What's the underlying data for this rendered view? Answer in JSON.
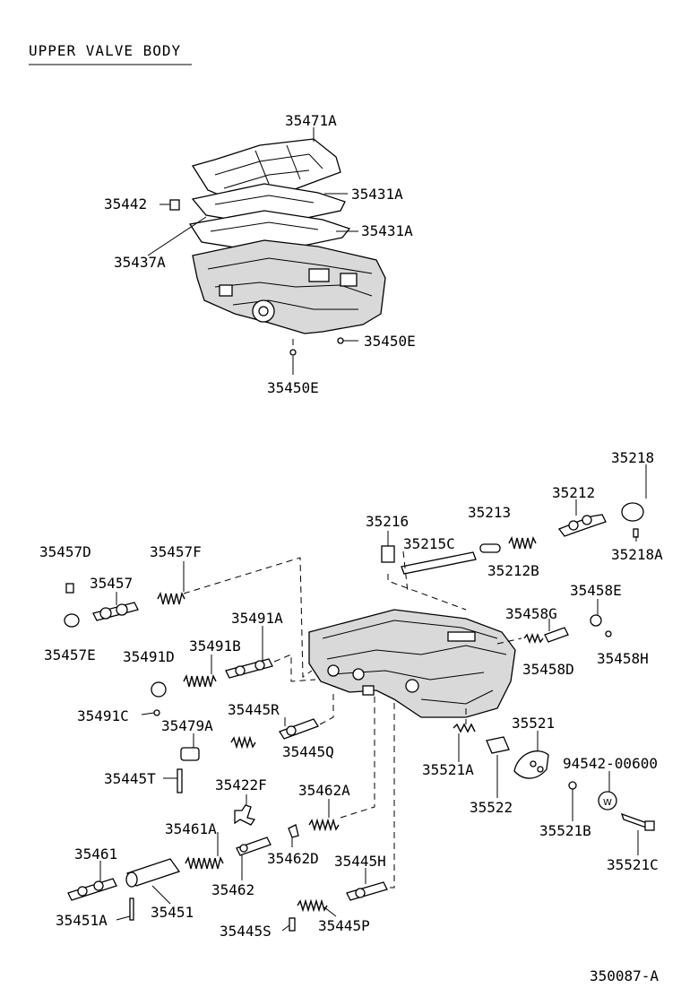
{
  "title": "UPPER VALVE BODY",
  "figure_code": "350087-A",
  "labels": {
    "p35471A": "35471A",
    "p35431A_1": "35431A",
    "p35442": "35442",
    "p35431A_2": "35431A",
    "p35437A": "35437A",
    "p35450E_1": "35450E",
    "p35450E_2": "35450E",
    "p35218": "35218",
    "p35212": "35212",
    "p35216": "35216",
    "p35213": "35213",
    "p35215C": "35215C",
    "p35212B": "35212B",
    "p35218A": "35218A",
    "p35457D": "35457D",
    "p35457F": "35457F",
    "p35457": "35457",
    "p35457E": "35457E",
    "p35458E": "35458E",
    "p35491A": "35491A",
    "p35458G": "35458G",
    "p35491B": "35491B",
    "p35491D": "35491D",
    "p35458D": "35458D",
    "p35458H": "35458H",
    "p35445R": "35445R",
    "p35491C": "35491C",
    "p35479A": "35479A",
    "p35521": "35521",
    "p35445Q": "35445Q",
    "p94542": "94542-00600",
    "p35445T": "35445T",
    "p35521A": "35521A",
    "p35422F": "35422F",
    "p35462A": "35462A",
    "p35522": "35522",
    "p35521B": "35521B",
    "p35461A": "35461A",
    "p35461": "35461",
    "p35462D": "35462D",
    "p35445H": "35445H",
    "p35521C": "35521C",
    "p35462": "35462",
    "p35451A": "35451A",
    "p35451": "35451",
    "p35445S": "35445S",
    "p35445P": "35445P"
  }
}
